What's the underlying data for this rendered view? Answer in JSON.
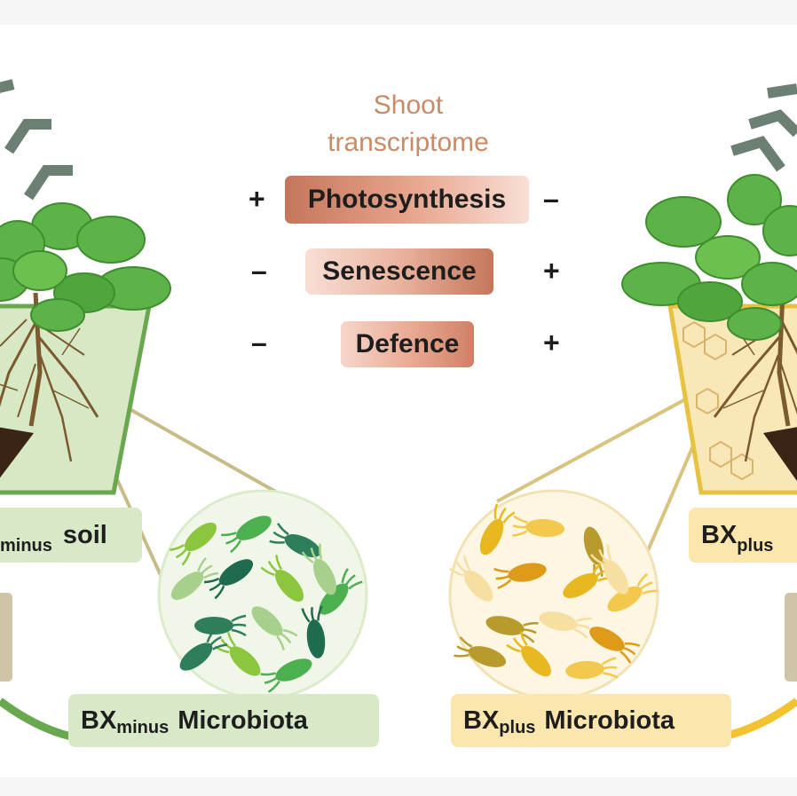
{
  "title": {
    "line1": "Shoot",
    "line2": "transcriptome"
  },
  "rows": [
    {
      "left_sign": "+",
      "label": "Photosynthesis",
      "right_sign": "–"
    },
    {
      "left_sign": "–",
      "label": "Senescence",
      "right_sign": "+"
    },
    {
      "left_sign": "–",
      "label": "Defence",
      "right_sign": "+"
    }
  ],
  "left": {
    "soil_label": {
      "sub": "minus",
      "text": "soil"
    },
    "microbiota_label": {
      "main": "BX",
      "sub": "minus",
      "text": "Microbiota"
    }
  },
  "right": {
    "soil_label": {
      "main": "BX",
      "sub": "plus"
    },
    "microbiota_label": {
      "main": "BX",
      "sub": "plus",
      "text": "Microbiota"
    }
  },
  "colors": {
    "title": "#c98a68",
    "leaf": "#5cb347",
    "leaf_dark": "#3f8d2e",
    "left_pot": "#d7e9c4",
    "left_pot_edge": "#6aa84f",
    "right_pot": "#f9e7b8",
    "right_pot_edge": "#e7c140",
    "left_label_bg": "#d8e9c8",
    "right_label_bg": "#fbe6ae",
    "chevron": "#6b7f72",
    "bacteria_green": [
      "#8cc63f",
      "#4caf50",
      "#2e7d5b",
      "#a8d08d",
      "#1f6b4f"
    ],
    "bacteria_yellow": [
      "#e8b820",
      "#f2c94c",
      "#b89a2d",
      "#f6dfa0",
      "#e09a1a"
    ]
  }
}
